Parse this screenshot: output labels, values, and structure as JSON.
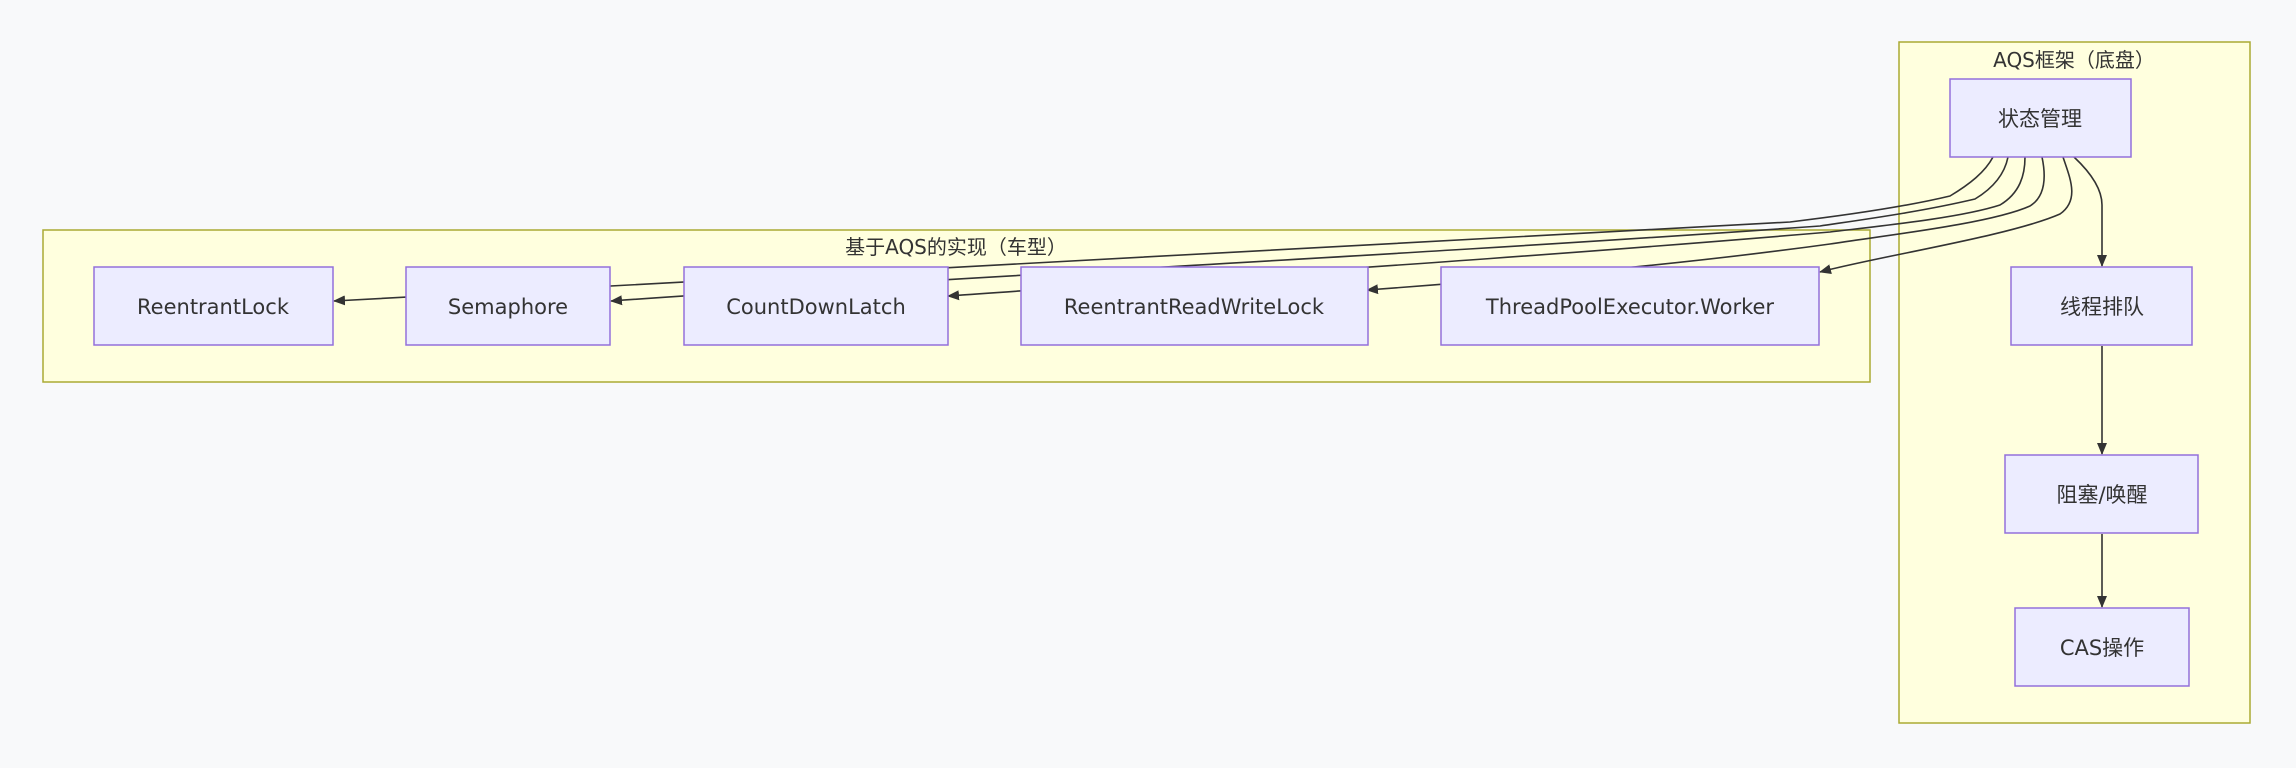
{
  "clusters": [
    {
      "id": "impl",
      "title": "基于AQS的实现（车型）"
    },
    {
      "id": "aqs",
      "title": "AQS框架（底盘）"
    }
  ],
  "nodes": [
    {
      "id": "state",
      "label": "状态管理"
    },
    {
      "id": "queue",
      "label": "线程排队"
    },
    {
      "id": "block",
      "label": "阻塞/唤醒"
    },
    {
      "id": "cas",
      "label": "CAS操作"
    },
    {
      "id": "reentrantlock",
      "label": "ReentrantLock"
    },
    {
      "id": "semaphore",
      "label": "Semaphore"
    },
    {
      "id": "countdownlatch",
      "label": "CountDownLatch"
    },
    {
      "id": "rrwl",
      "label": "ReentrantReadWriteLock"
    },
    {
      "id": "tpe",
      "label": "ThreadPoolExecutor.Worker"
    }
  ],
  "edges": [
    {
      "from": "state",
      "to": "queue"
    },
    {
      "from": "queue",
      "to": "block"
    },
    {
      "from": "block",
      "to": "cas"
    },
    {
      "from": "state",
      "to": "reentrantlock"
    },
    {
      "from": "state",
      "to": "semaphore"
    },
    {
      "from": "state",
      "to": "countdownlatch"
    },
    {
      "from": "state",
      "to": "rrwl"
    },
    {
      "from": "state",
      "to": "tpe"
    }
  ],
  "colors": {
    "background": "#f8f9fa",
    "cluster_fill": "#ffffde",
    "cluster_stroke": "#aaaa33",
    "node_fill": "#ececff",
    "node_stroke": "#9370db",
    "edge": "#333333",
    "text": "#333333"
  }
}
